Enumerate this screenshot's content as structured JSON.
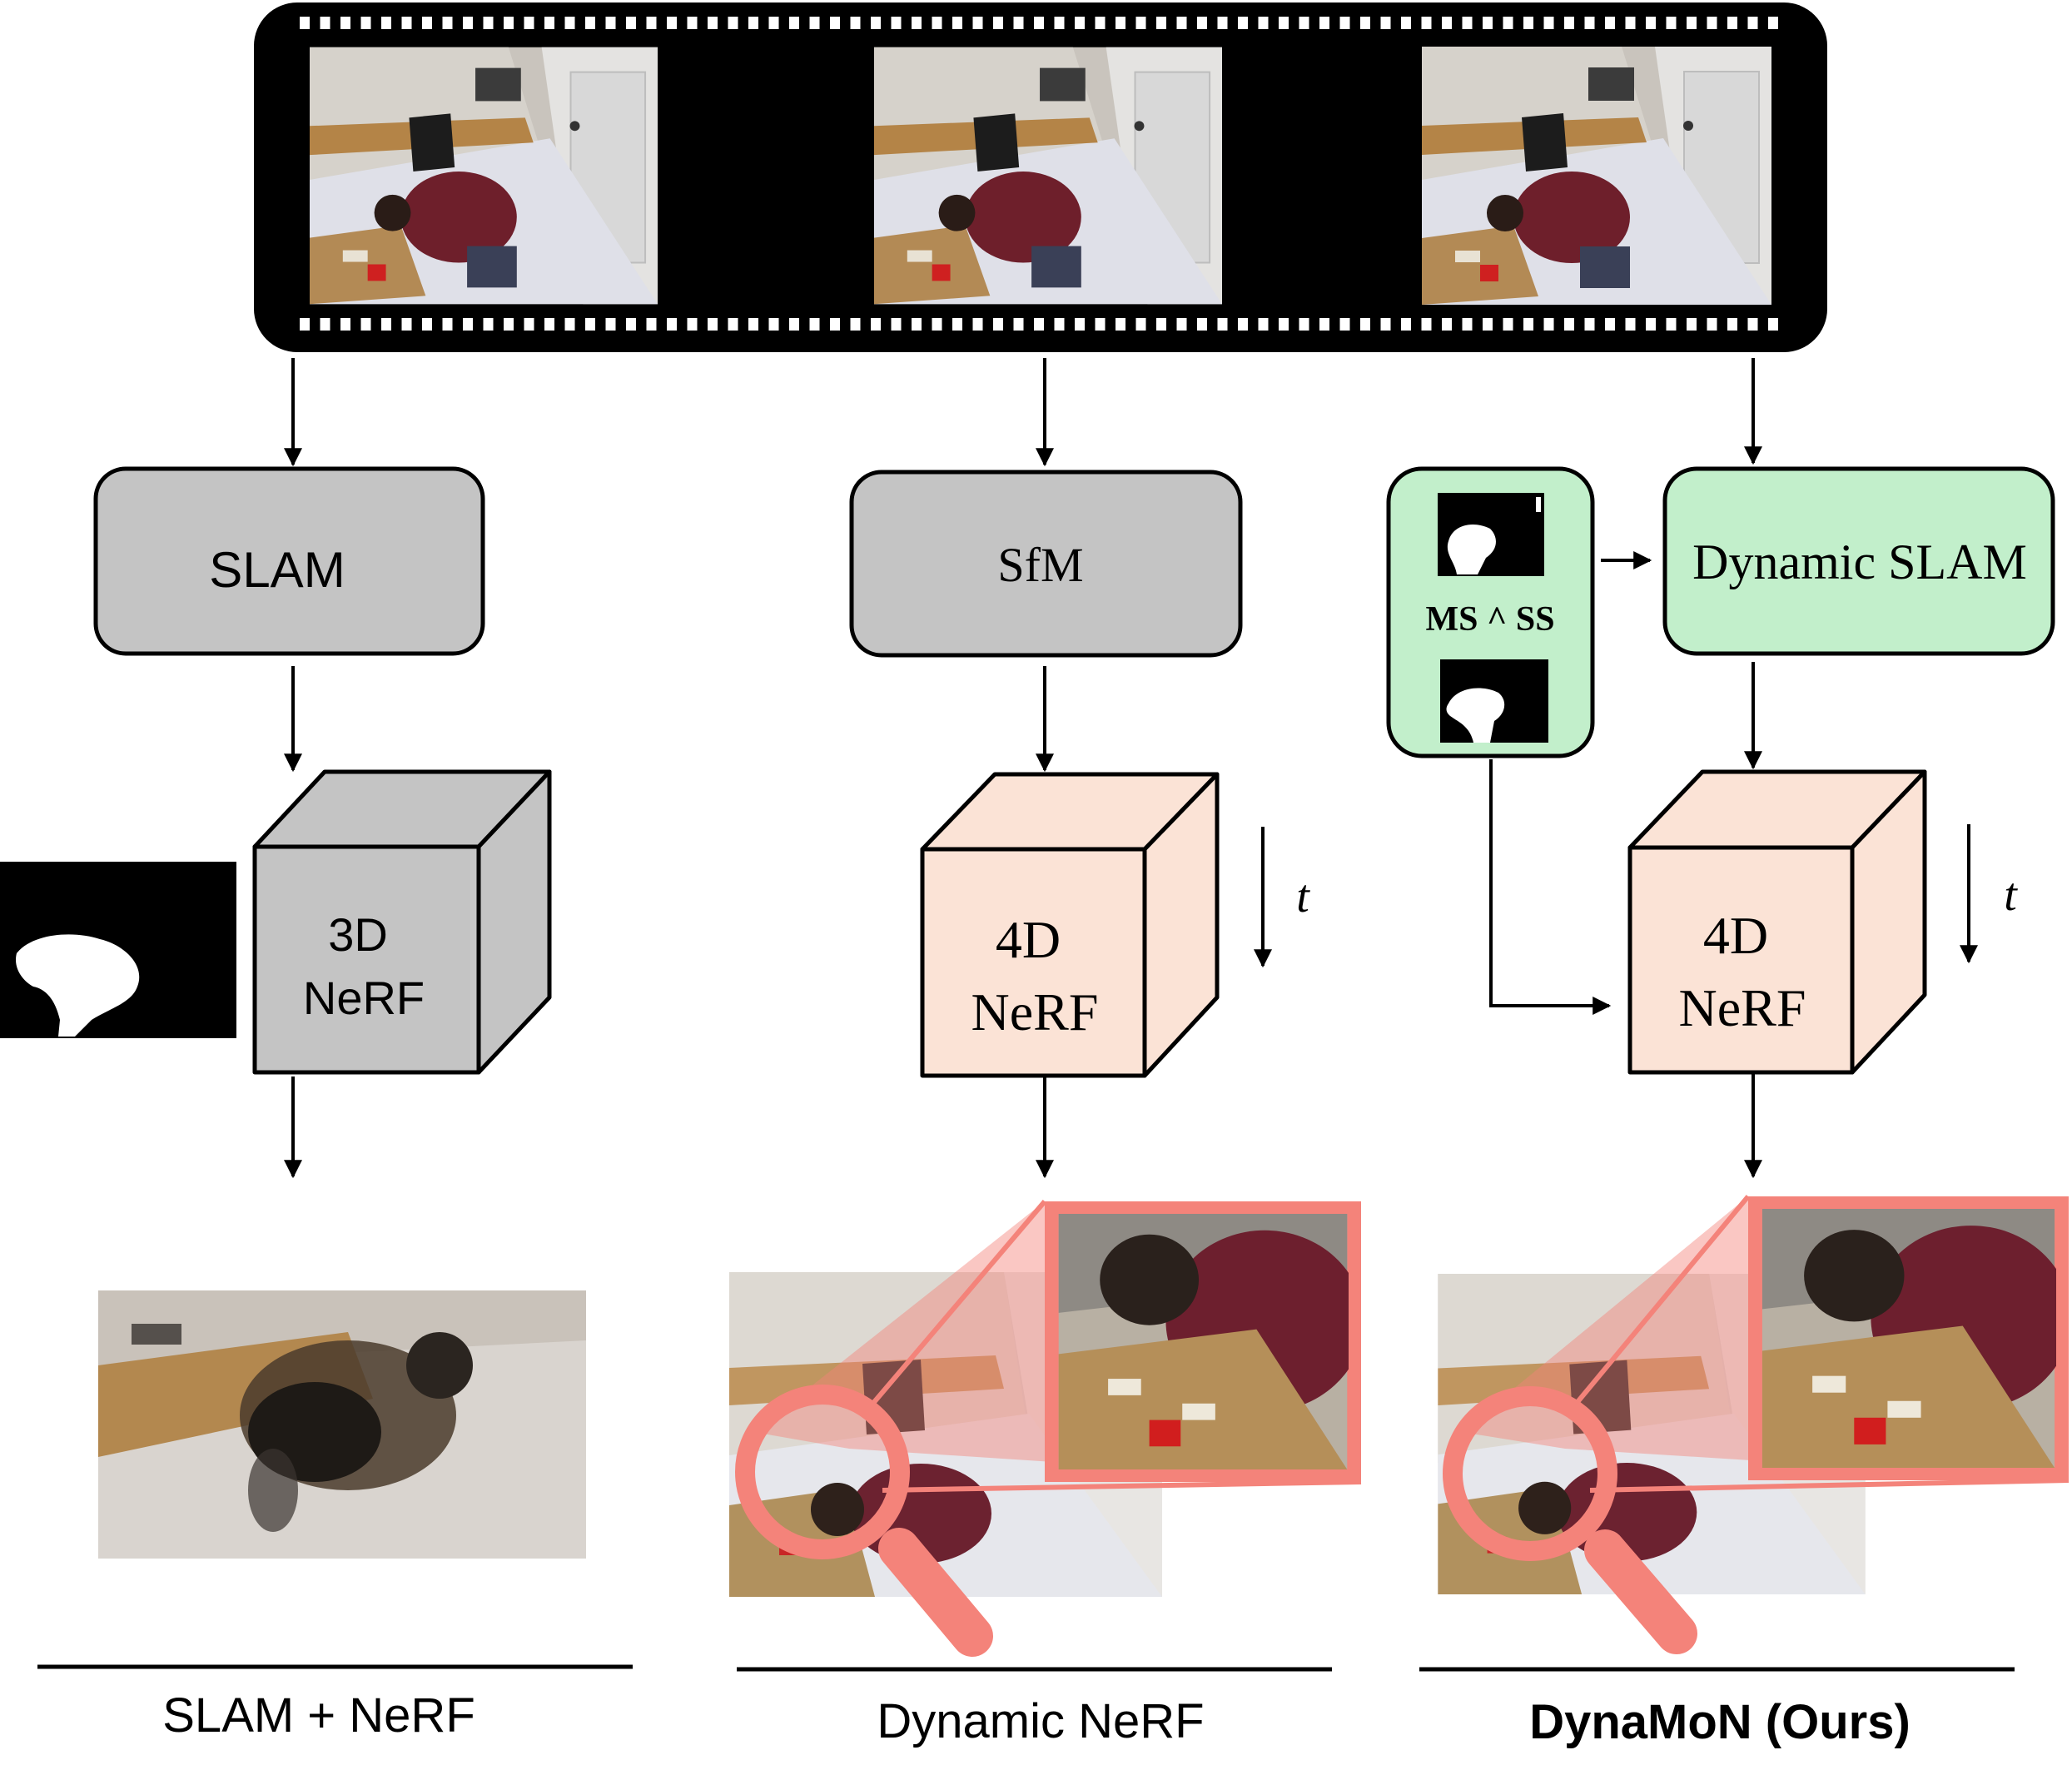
{
  "pipelines": {
    "slam_nerf": {
      "step1": "SLAM",
      "model_line1": "3D",
      "model_line2": "NeRF",
      "caption": "SLAM + NeRF"
    },
    "dynamic_nerf": {
      "step1": "SfM",
      "model_line1": "4D",
      "model_line2": "NeRF",
      "time_label": "t",
      "caption": "Dynamic NeRF"
    },
    "dynamon": {
      "mask_label": "MS ^ SS",
      "step1": "Dynamic SLAM",
      "model_line1": "4D",
      "model_line2": "NeRF",
      "time_label": "t",
      "caption": "DynaMoN (Ours)"
    }
  },
  "colors": {
    "gray_box": "#c4c4c4",
    "green_box": "#c2efcb",
    "peach_box": "#fbe3d6",
    "magnifier": "#f4837a",
    "film": "#000000"
  }
}
